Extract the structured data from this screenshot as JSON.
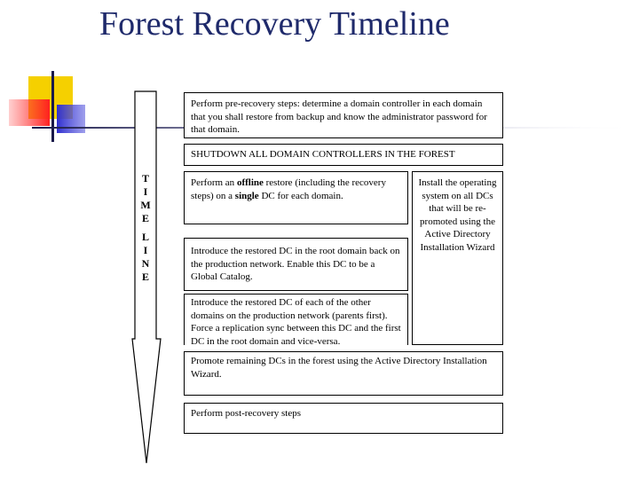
{
  "title": "Forest Recovery Timeline",
  "timeline_label": {
    "word1": [
      "T",
      "I",
      "M",
      "E"
    ],
    "word2": [
      "L",
      "I",
      "N",
      "E"
    ]
  },
  "steps": {
    "pre_recovery": "Perform pre-recovery steps: determine a domain controller in each domain that you shall restore from backup and know the administrator password for that domain.",
    "shutdown": "SHUTDOWN ALL DOMAIN CONTROLLERS IN THE FOREST",
    "offline_restore": {
      "part1": "Perform an ",
      "bold1": "offline",
      "part2": " restore (including the recovery steps) on a ",
      "bold2": "single",
      "part3": " DC for each domain."
    },
    "root_domain": "Introduce the restored DC in the root domain back on the production network. Enable this DC to be a Global Catalog.",
    "other_domains": "Introduce the restored DC of each of the other domains on the production network (parents first). Force a replication sync between this DC and the first DC in the root domain and vice-versa.",
    "install_os": "Install the operating system on all DCs that will be re-promoted using the Active Directory Installation Wizard",
    "promote": "Promote remaining DCs in the forest using the Active Directory Installation Wizard.",
    "post_recovery": "Perform post-recovery steps"
  },
  "colors": {
    "title": "#1f2a6b",
    "deco_yellow": "#f5d000",
    "deco_red": "#ff3b3b",
    "deco_blue": "#3b3bd6",
    "deco_line": "#1a1a4a"
  }
}
